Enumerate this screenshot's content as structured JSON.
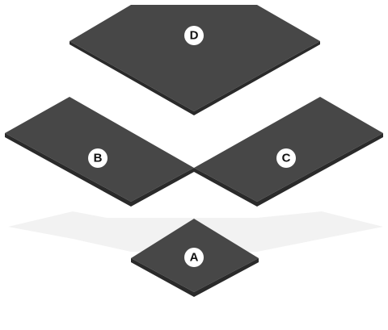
{
  "tiles": [
    {
      "id": "D",
      "label": "D"
    },
    {
      "id": "B",
      "label": "B"
    },
    {
      "id": "C",
      "label": "C"
    },
    {
      "id": "A",
      "label": "A"
    }
  ],
  "colors": {
    "tile_fill": "#474747",
    "tile_edge": "#2a2a2a",
    "badge_fill": "#ffffff",
    "badge_text": "#111111",
    "shadow": "#f2f2f2"
  }
}
